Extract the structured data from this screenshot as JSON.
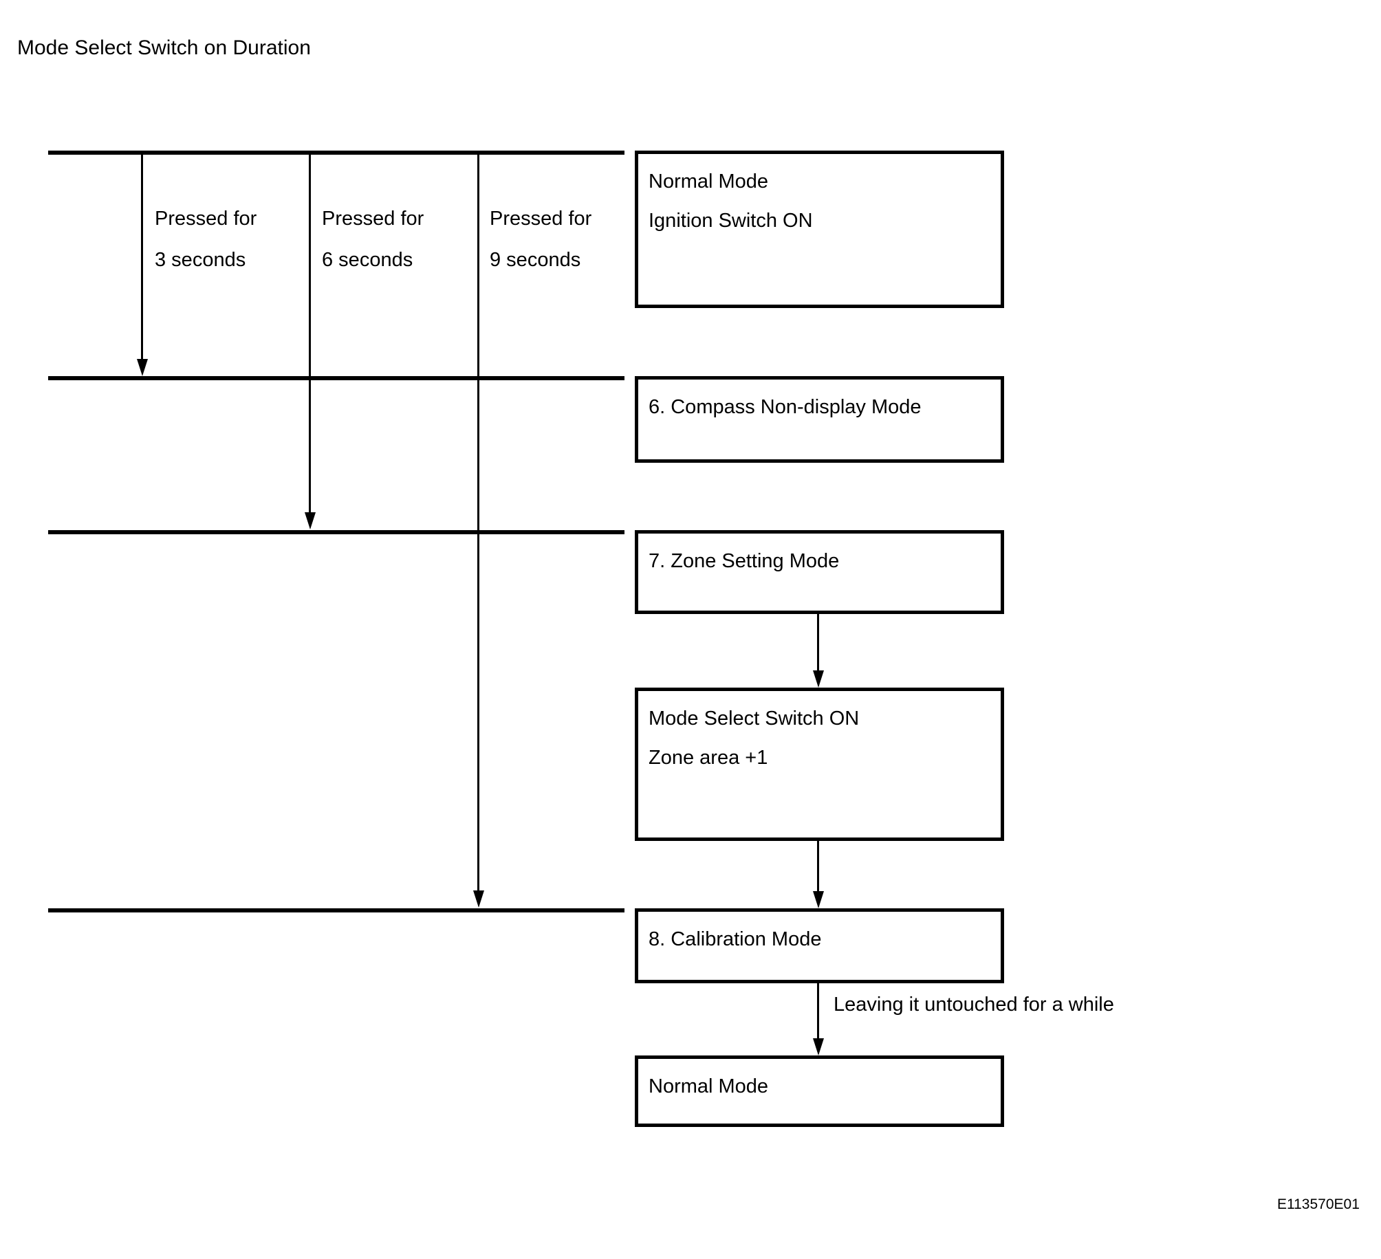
{
  "title": "Mode Select Switch on Duration",
  "press_labels": [
    {
      "line1": "Pressed for",
      "line2": "3 seconds"
    },
    {
      "line1": "Pressed for",
      "line2": "6 seconds"
    },
    {
      "line1": "Pressed for",
      "line2": "9 seconds"
    }
  ],
  "boxes": [
    {
      "name": "normal-mode-start",
      "lines": [
        "Normal Mode",
        "Ignition Switch ON"
      ]
    },
    {
      "name": "compass-non-display-mode",
      "lines": [
        "6. Compass Non-display Mode"
      ]
    },
    {
      "name": "zone-setting-mode",
      "lines": [
        "7. Zone Setting Mode"
      ]
    },
    {
      "name": "mode-select-switch-on",
      "lines": [
        "Mode Select Switch ON",
        "Zone area +1"
      ]
    },
    {
      "name": "calibration-mode",
      "lines": [
        "8. Calibration Mode"
      ]
    },
    {
      "name": "normal-mode-end",
      "lines": [
        "Normal Mode"
      ]
    }
  ],
  "arrow_label": "Leaving it untouched for a while",
  "figure_code": "E113570E01",
  "colors": {
    "ink": "#000000",
    "background": "#ffffff"
  }
}
